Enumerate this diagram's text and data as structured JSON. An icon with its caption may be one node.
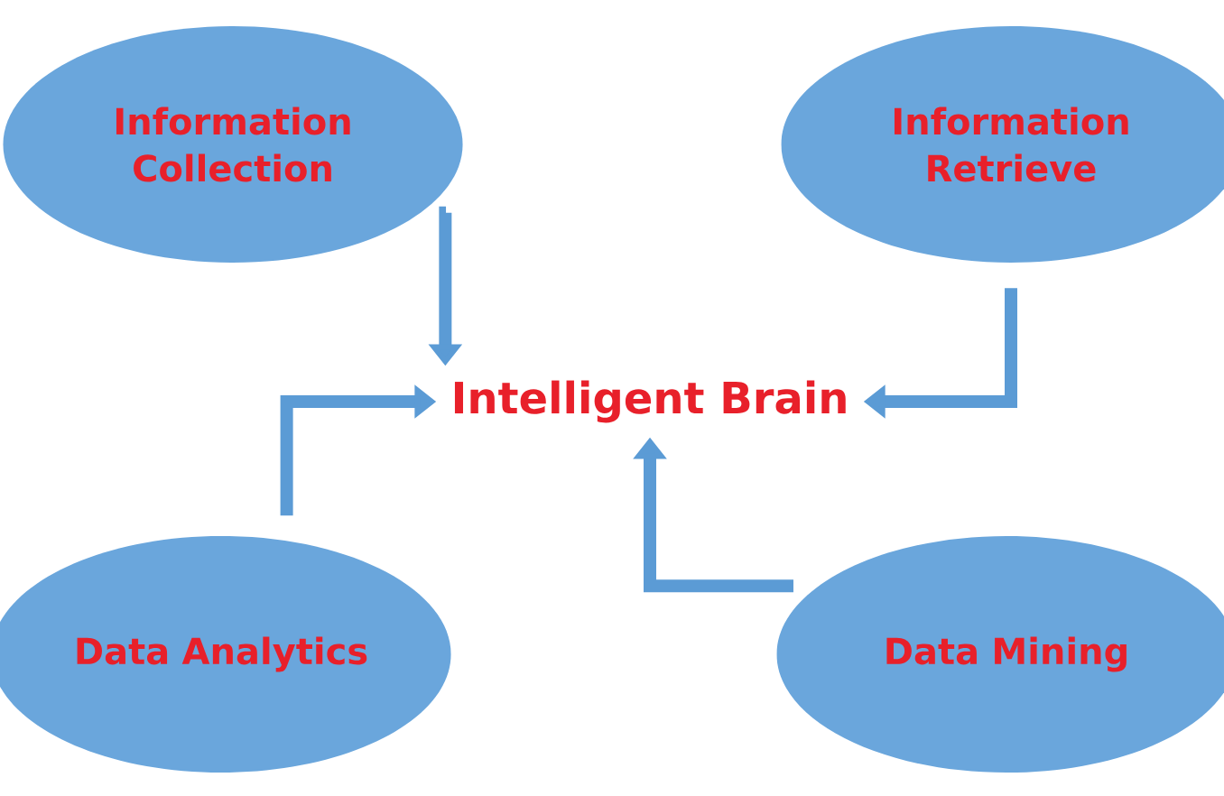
{
  "diagram": {
    "nodes": [
      {
        "text": [
          "Information Collection"
        ]
      },
      {
        "text": [
          "Information Retrieve"
        ]
      },
      {
        "text": [
          "Intelligent Brain"
        ]
      },
      {
        "text": [
          "Data Analytics"
        ]
      },
      {
        "text": [
          "Data Mining"
        ]
      }
    ],
    "edges": [
      {
        "from": 0,
        "to": 2,
        "arrow": "to"
      },
      {
        "from": 1,
        "to": 2,
        "arrow": "to"
      },
      {
        "from": 3,
        "to": 2,
        "arrow": "to"
      },
      {
        "from": 4,
        "to": 2,
        "arrow": "to"
      }
    ]
  }
}
